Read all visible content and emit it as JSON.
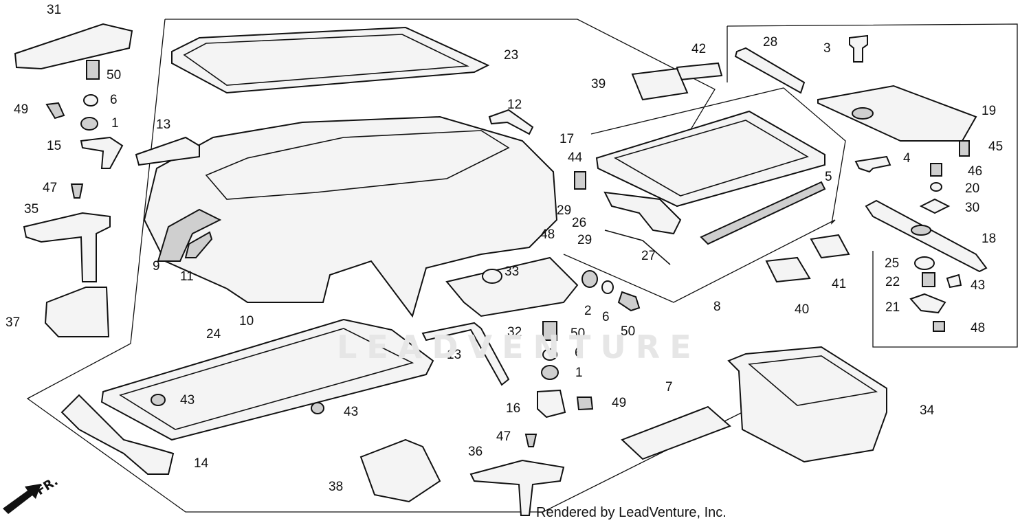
{
  "diagram": {
    "credit": "Rendered by LeadVenture, Inc.",
    "watermark": "LEADVENTURE",
    "direction_label": "FR.",
    "callouts": [
      {
        "id": "c31",
        "text": "31"
      },
      {
        "id": "c50a",
        "text": "50"
      },
      {
        "id": "c6a",
        "text": "6"
      },
      {
        "id": "c49a",
        "text": "49"
      },
      {
        "id": "c1a",
        "text": "1"
      },
      {
        "id": "c15",
        "text": "15"
      },
      {
        "id": "c13a",
        "text": "13"
      },
      {
        "id": "c47a",
        "text": "47"
      },
      {
        "id": "c35",
        "text": "35"
      },
      {
        "id": "c9",
        "text": "9"
      },
      {
        "id": "c11",
        "text": "11"
      },
      {
        "id": "c37",
        "text": "37"
      },
      {
        "id": "c10",
        "text": "10"
      },
      {
        "id": "c23",
        "text": "23"
      },
      {
        "id": "c12",
        "text": "12"
      },
      {
        "id": "c42",
        "text": "42"
      },
      {
        "id": "c39",
        "text": "39"
      },
      {
        "id": "c28",
        "text": "28"
      },
      {
        "id": "c3",
        "text": "3"
      },
      {
        "id": "c19",
        "text": "19"
      },
      {
        "id": "c17",
        "text": "17"
      },
      {
        "id": "c44",
        "text": "44"
      },
      {
        "id": "c5",
        "text": "5"
      },
      {
        "id": "c4",
        "text": "4"
      },
      {
        "id": "c45",
        "text": "45"
      },
      {
        "id": "c46",
        "text": "46"
      },
      {
        "id": "c20",
        "text": "20"
      },
      {
        "id": "c30",
        "text": "30"
      },
      {
        "id": "c29a",
        "text": "29"
      },
      {
        "id": "c26",
        "text": "26"
      },
      {
        "id": "c48a",
        "text": "48"
      },
      {
        "id": "c29b",
        "text": "29"
      },
      {
        "id": "c27",
        "text": "27"
      },
      {
        "id": "c18",
        "text": "18"
      },
      {
        "id": "c25",
        "text": "25"
      },
      {
        "id": "c22",
        "text": "22"
      },
      {
        "id": "c43a",
        "text": "43"
      },
      {
        "id": "c21",
        "text": "21"
      },
      {
        "id": "c48b",
        "text": "48"
      },
      {
        "id": "c33",
        "text": "33"
      },
      {
        "id": "c2",
        "text": "2"
      },
      {
        "id": "c6b",
        "text": "6"
      },
      {
        "id": "c50b",
        "text": "50"
      },
      {
        "id": "c8",
        "text": "8"
      },
      {
        "id": "c40",
        "text": "40"
      },
      {
        "id": "c41",
        "text": "41"
      },
      {
        "id": "c32",
        "text": "32"
      },
      {
        "id": "c50c",
        "text": "50"
      },
      {
        "id": "c13b",
        "text": "13"
      },
      {
        "id": "c6c",
        "text": "6"
      },
      {
        "id": "c1b",
        "text": "1"
      },
      {
        "id": "c24",
        "text": "24"
      },
      {
        "id": "c43b",
        "text": "43"
      },
      {
        "id": "c43c",
        "text": "43"
      },
      {
        "id": "c16",
        "text": "16"
      },
      {
        "id": "c49b",
        "text": "49"
      },
      {
        "id": "c7",
        "text": "7"
      },
      {
        "id": "c34",
        "text": "34"
      },
      {
        "id": "c47b",
        "text": "47"
      },
      {
        "id": "c36",
        "text": "36"
      },
      {
        "id": "c14",
        "text": "14"
      },
      {
        "id": "c38",
        "text": "38"
      }
    ]
  }
}
